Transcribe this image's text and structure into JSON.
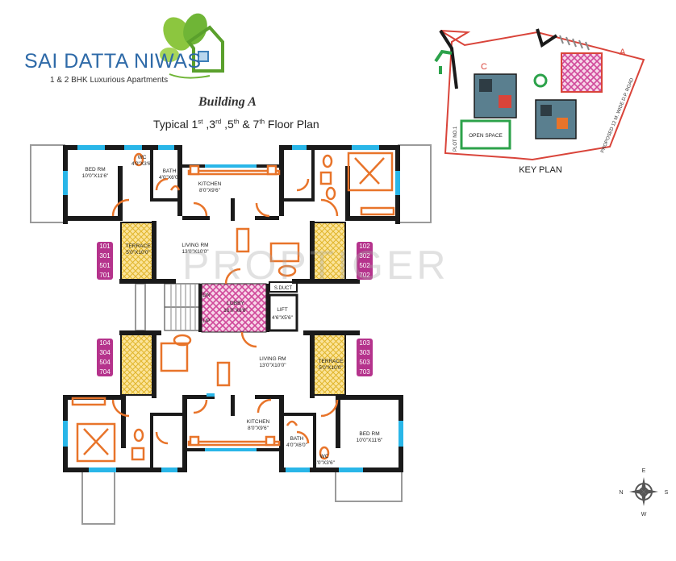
{
  "header": {
    "brand": "SAI DATTA NIWAS",
    "tagline": "1 & 2 BHK Luxurious Apartments",
    "building": "Building A",
    "floor_plan": {
      "prefix": "Typical 1",
      "s1": "st",
      "mid1": " ,3",
      "s2": "rd",
      "mid2": " ,5",
      "s3": "th",
      "mid3": " & 7",
      "s4": "th",
      "suffix": " Floor Plan"
    }
  },
  "watermark": "PROPTIGER",
  "rooms": {
    "bed_top": {
      "name": "BED RM",
      "size": "10'0\"X11'6\""
    },
    "wc_top": {
      "name": "WC",
      "size": "4'0\"X3'6\""
    },
    "bath_top": {
      "name": "BATH",
      "size": "4'0\"X6'0\""
    },
    "kitchen_top": {
      "name": "KITCHEN",
      "size": "8'0\"X9'6\""
    },
    "terrace_tl": {
      "name": "TERRACE",
      "size": "5'0\"X10'0\""
    },
    "living_top": {
      "name": "LIVING RM",
      "size": "13'0\"X10'0\""
    },
    "lobby": {
      "name": "LOBBY",
      "size": "16'0\"X8'6\""
    },
    "s_duct": "S.DUCT",
    "lift": {
      "name": "LIFT",
      "size": "4'6\"X5'6\""
    },
    "up": "UP",
    "dn": "DN",
    "living_bot": {
      "name": "LIVING RM",
      "size": "13'0\"X10'0\""
    },
    "terrace_br": {
      "name": "TERRACE",
      "size": "5'0\"X10'0\""
    },
    "kitchen_bot": {
      "name": "KITCHEN",
      "size": "8'0\"X9'6\""
    },
    "bath_bot": {
      "name": "BATH",
      "size": "4'0\"X6'0\""
    },
    "wc_bot": {
      "name": "WC",
      "size": "4'0\"X3'6\""
    },
    "bed_bot": {
      "name": "BED RM",
      "size": "10'0\"X11'6\""
    }
  },
  "unit_tags": {
    "top_left": [
      "101",
      "301",
      "501",
      "701"
    ],
    "top_right": [
      "102",
      "302",
      "502",
      "702"
    ],
    "bottom_left": [
      "104",
      "304",
      "504",
      "704"
    ],
    "bottom_right": [
      "103",
      "303",
      "503",
      "703"
    ]
  },
  "key_plan": {
    "title": "KEY PLAN",
    "open_space": "OPEN SPACE",
    "plot": "PLOT NO.1",
    "road": "PROPOSED 12 M. WIDE D.P. ROAD",
    "label_a": "A",
    "label_c": "C"
  },
  "compass": {
    "n": "N",
    "s": "S",
    "e": "E",
    "w": "W"
  },
  "colors": {
    "wall": "#1a1a1a",
    "window": "#29b6e8",
    "fixture": "#e8742a",
    "lobby": "#d0489a",
    "terrace": "#f5c842",
    "tag": "#b5338c",
    "brand": "#2e6aa8"
  }
}
